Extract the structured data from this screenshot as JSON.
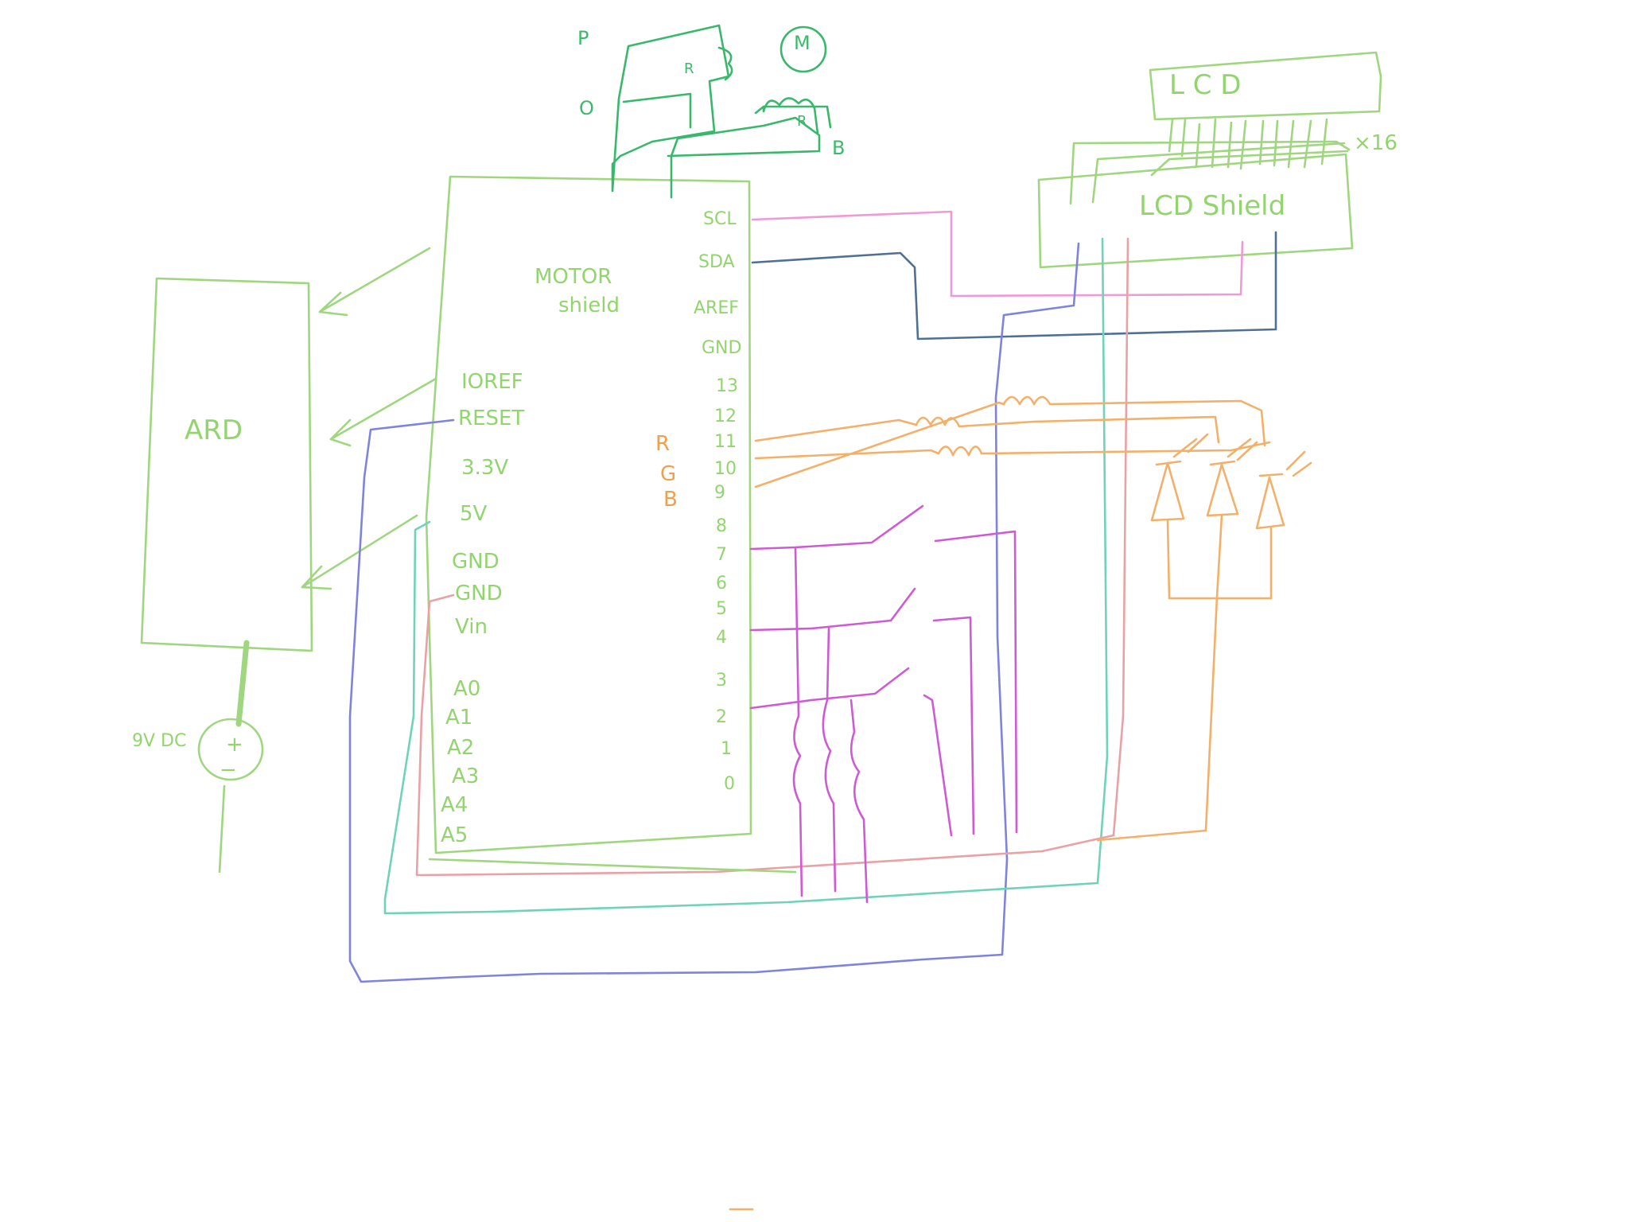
{
  "motor_shield": {
    "title_line1": "MOTOR",
    "title_line2": "shield",
    "left_pins": [
      "IOREF",
      "RESET",
      "3.3V",
      "5V",
      "GND",
      "GND",
      "Vin",
      "A0",
      "A1",
      "A2",
      "A3",
      "A4",
      "A5"
    ],
    "right_pins": [
      "SCL",
      "SDA",
      "AREF",
      "GND",
      "13",
      "12",
      "11",
      "10",
      "9",
      "8",
      "7",
      "6",
      "5",
      "4",
      "3",
      "2",
      "1",
      "0"
    ]
  },
  "arduino": {
    "label": "ARD"
  },
  "power": {
    "label": "9V DC",
    "plus": "+",
    "minus": "−"
  },
  "motor": {
    "label": "M",
    "pin_p": "P",
    "pin_o": "O",
    "pin_b": "B",
    "resistor_1": "R",
    "resistor_2": "R"
  },
  "lcd": {
    "label": "L C D",
    "count": "×16"
  },
  "lcd_shield": {
    "label": "LCD Shield"
  },
  "rgb": {
    "r": "R",
    "g": "G",
    "b": "B"
  },
  "colors": {
    "board": "#9fd67f",
    "motor": "#38b86a",
    "scl": "#ef9ad6",
    "sda": "#4f6f93",
    "reset_wire": "#7f83dd",
    "power_5v_wire": "#6fd3b8",
    "gnd_wire": "#e8a2a6",
    "led_wires": "#f3b06a",
    "switch_wires": "#cf5bd3"
  }
}
